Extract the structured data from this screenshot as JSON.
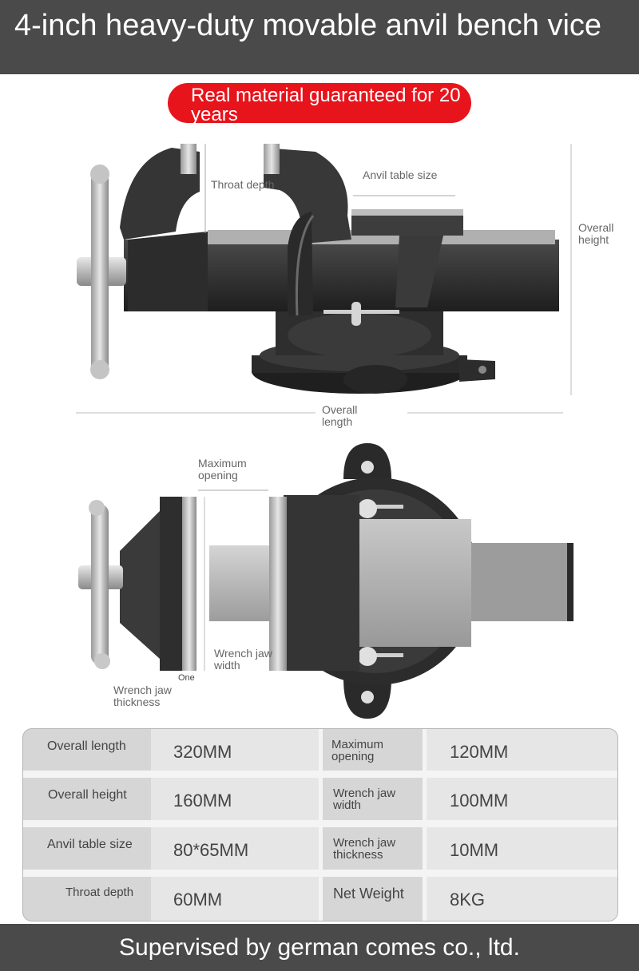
{
  "header": {
    "title": "4-inch heavy-duty movable anvil bench vice"
  },
  "badge": {
    "text": "Real material guaranteed for 20 years"
  },
  "diagram_side": {
    "throat_depth": "Throat depth",
    "anvil_table_size": "Anvil table size",
    "overall_height": "Overall height",
    "overall_length": "Overall length"
  },
  "diagram_top": {
    "maximum_opening": "Maximum opening",
    "wrench_jaw_width": "Wrench jaw width",
    "one": "One",
    "wrench_jaw_thickness": "Wrench jaw thickness"
  },
  "specs": {
    "rows": [
      {
        "label1": "Overall length",
        "value1": "320MM",
        "label2": "Maximum opening",
        "value2": "120MM"
      },
      {
        "label1": "Overall height",
        "value1": "160MM",
        "label2": "Wrench jaw width",
        "value2": "100MM"
      },
      {
        "label1": "Anvil table size",
        "value1": "80*65MM",
        "label2": "Wrench jaw thickness",
        "value2": "10MM"
      },
      {
        "label1": "Throat depth",
        "value1": "60MM",
        "label2": "Net Weight",
        "value2": "8KG"
      }
    ]
  },
  "footer": {
    "text": "Supervised by german comes co., ltd."
  },
  "colors": {
    "header_bg": "#4a4a4a",
    "badge_bg": "#e8141c",
    "table_bg": "#d6d6d6",
    "cell_bg": "#e9e9e9"
  }
}
